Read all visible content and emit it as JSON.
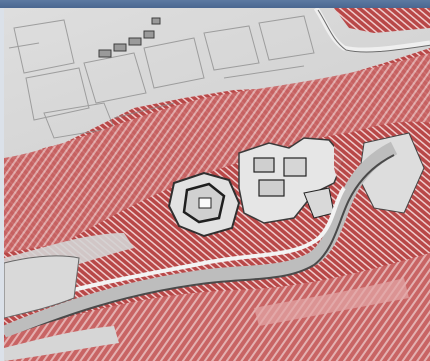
{
  "window": {
    "title": ""
  },
  "map": {
    "type": "shaded-relief-lidar",
    "colors": {
      "plain": "#d9d9d9",
      "relief": "#c13a3a",
      "relief_light": "#e6a7a7",
      "shadow": "#555555",
      "frame": "#4d6b94"
    },
    "features": [
      "terraced-fields",
      "central-fortress-enclosure",
      "eastern-enclosures",
      "river-channel",
      "winding-road",
      "forested-ridges"
    ]
  }
}
